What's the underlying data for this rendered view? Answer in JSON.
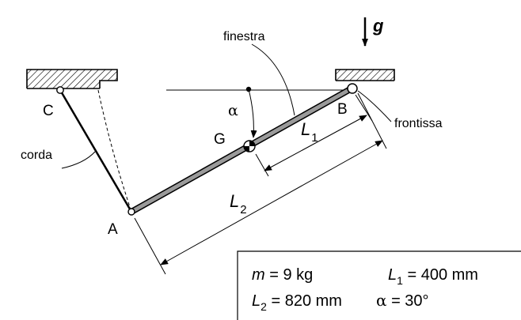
{
  "labels": {
    "g": "g",
    "finestra": "finestra",
    "alpha": "α",
    "B": "B",
    "C": "C",
    "L1": "L",
    "L1_sub": "1",
    "frontissa": "frontissa",
    "G": "G",
    "corda": "corda",
    "L2": "L",
    "L2_sub": "2",
    "A": "A"
  },
  "data_box": {
    "row1": {
      "m_sym": "m",
      "m_val": " = 9 kg",
      "L1_sym": "L",
      "L1_sub": "1",
      "L1_val": " = 400 mm"
    },
    "row2": {
      "L2_sym": "L",
      "L2_sub": "2",
      "L2_val": " = 820 mm",
      "alpha_sym": "α",
      "alpha_val": " = 30°"
    }
  }
}
